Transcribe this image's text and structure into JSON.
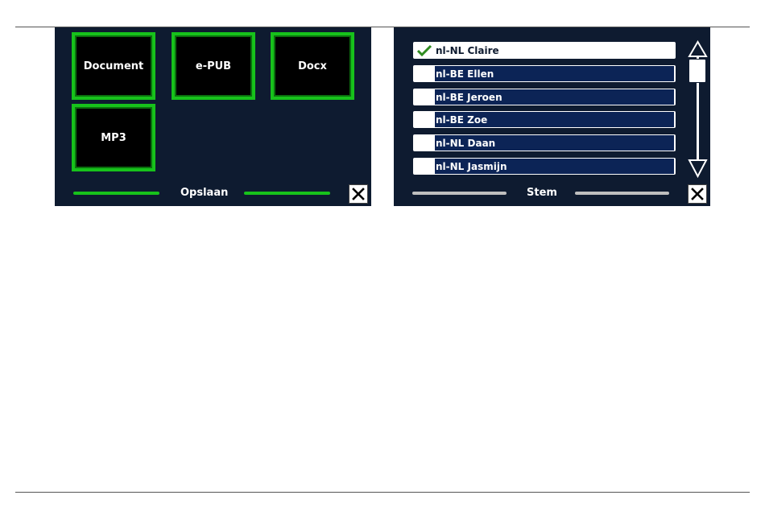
{
  "save_panel": {
    "tiles": [
      {
        "label": "Document"
      },
      {
        "label": "e-PUB"
      },
      {
        "label": "Docx"
      },
      {
        "label": "MP3"
      }
    ],
    "title": "Opslaan",
    "accent_color": "#17c21b",
    "close_icon": "close-icon"
  },
  "voice_panel": {
    "voices": [
      {
        "label": "nl-NL Claire",
        "selected": true
      },
      {
        "label": "nl-BE Ellen",
        "selected": false
      },
      {
        "label": "nl-BE Jeroen",
        "selected": false
      },
      {
        "label": "nl-BE Zoe",
        "selected": false
      },
      {
        "label": "nl-NL Daan",
        "selected": false
      },
      {
        "label": "nl-NL Jasmijn",
        "selected": false
      }
    ],
    "title": "Stem",
    "line_color": "#bfbfbf",
    "close_icon": "close-icon"
  },
  "colors": {
    "panel_bg": "#0e1b30",
    "item_bg": "#0c2456"
  }
}
